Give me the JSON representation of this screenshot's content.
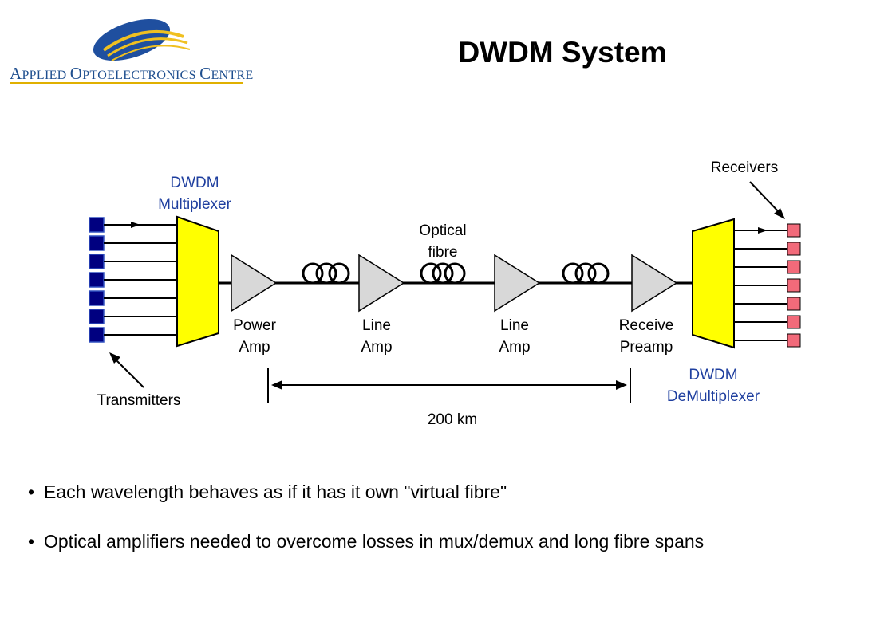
{
  "header": {
    "logo_text": "Applied Optoelectronics Centre",
    "title": "DWDM System"
  },
  "diagram": {
    "mux_label_line1": "DWDM",
    "mux_label_line2": "Multiplexer",
    "demux_label_line1": "DWDM",
    "demux_label_line2": "DeMultiplexer",
    "receivers_label": "Receivers",
    "transmitters_label": "Transmitters",
    "fibre_label_line1": "Optical",
    "fibre_label_line2": "fibre",
    "amps": [
      {
        "line1": "Power",
        "line2": "Amp"
      },
      {
        "line1": "Line",
        "line2": "Amp"
      },
      {
        "line1": "Line",
        "line2": "Amp"
      },
      {
        "line1": "Receive",
        "line2": "Preamp"
      }
    ],
    "distance_label": "200 km",
    "colors": {
      "transmitter": "#000080",
      "receiver": "#f26a7a",
      "mux": "#ffff00",
      "amplifier": "#d8d8d8",
      "label_blue": "#1f3f9f"
    }
  },
  "bullets": [
    "Each wavelength behaves as if it has it own \"virtual fibre\"",
    "Optical amplifiers needed to overcome losses in mux/demux and long fibre spans"
  ]
}
